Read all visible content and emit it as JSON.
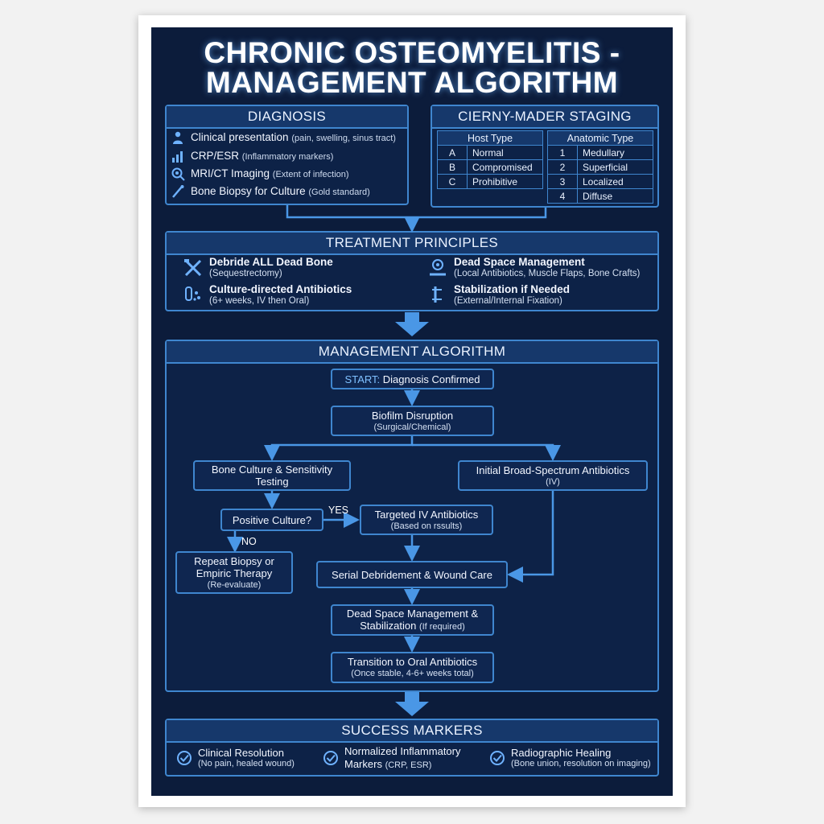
{
  "title": {
    "line1": "CHRONIC OSTEOMYELITIS -",
    "line2": "MANAGEMENT ALGORITHM"
  },
  "diagnosis": {
    "header": "DIAGNOSIS",
    "items": [
      {
        "icon": "person-icon",
        "main": "Clinical presentation",
        "note": "(pain, swelling, sinus tract)"
      },
      {
        "icon": "bar-chart-icon",
        "main": "CRP/ESR",
        "note": "(Inflammatory markers)"
      },
      {
        "icon": "scan-icon",
        "main": "MRI/CT Imaging",
        "note": "(Extent of infection)"
      },
      {
        "icon": "biopsy-needle-icon",
        "main": "Bone Biopsy for Culture",
        "note": "(Gold standard)"
      }
    ]
  },
  "staging": {
    "header": "CIERNY-MADER STAGING",
    "host": {
      "title": "Host Type",
      "rows": [
        [
          "A",
          "Normal"
        ],
        [
          "B",
          "Compromised"
        ],
        [
          "C",
          "Prohibitive"
        ]
      ]
    },
    "anatomic": {
      "title": "Anatomic Type",
      "rows": [
        [
          "1",
          "Medullary"
        ],
        [
          "2",
          "Superficial"
        ],
        [
          "3",
          "Localized"
        ],
        [
          "4",
          "Diffuse"
        ]
      ]
    }
  },
  "treatment": {
    "header": "TREATMENT PRINCIPLES",
    "items": [
      {
        "icon": "surgical-tools-icon",
        "title": "Debride ALL Dead Bone",
        "sub": "(Sequestrectomy)"
      },
      {
        "icon": "dead-space-icon",
        "title": "Dead Space Management",
        "sub": "(Local Antibiotics, Muscle Flaps, Bone Crafts)"
      },
      {
        "icon": "antibiotics-icon",
        "title": "Culture-directed Antibiotics",
        "sub": "(6+ weeks, IV then Oral)"
      },
      {
        "icon": "fixation-icon",
        "title": "Stabilization if Needed",
        "sub": "(External/Internal Fixation)"
      }
    ]
  },
  "algorithm": {
    "header": "MANAGEMENT ALGORITHM",
    "start": {
      "prefix": "START:",
      "text": "Diagnosis Confirmed"
    },
    "biofilm": {
      "l1": "Biofilm Disruption",
      "l2": "(Surgical/Chemical)"
    },
    "culture": {
      "l1": "Bone Culture & Sensitivity",
      "l2": "Testing"
    },
    "broad": {
      "l1": "Initial Broad-Spectrum Antibiotics",
      "l2": "(IV)"
    },
    "positive": {
      "l1": "Positive Culture?"
    },
    "yes": "YES",
    "no": "NO",
    "targeted": {
      "l1": "Targeted IV Antibiotics",
      "l2": "(Based on rssults)"
    },
    "repeat": {
      "l1": "Repeat Biopsy or",
      "l1b": "Empiric Therapy",
      "l2": "(Re-evaluate)"
    },
    "serial": {
      "l1": "Serial Debridement & Wound Care"
    },
    "deadspace": {
      "l1": "Dead Space Management &",
      "l1b": "Stabilization",
      "l2": "(If required)"
    },
    "oral": {
      "l1": "Transition to Oral Antibiotics",
      "l2": "(Once stable, 4-6+ weeks total)"
    }
  },
  "success": {
    "header": "SUCCESS MARKERS",
    "items": [
      {
        "icon": "check-circle-icon",
        "title": "Clinical Resolution",
        "sub": "(No pain, healed wound)"
      },
      {
        "icon": "check-circle-icon",
        "title": "Normalized Inflammatory",
        "title2": "Markers",
        "sub": "(CRP, ESR)"
      },
      {
        "icon": "check-circle-icon",
        "title": "Radiographic Healing",
        "sub": "(Bone union, resolution on imaging)"
      }
    ]
  },
  "colors": {
    "background": "#0c1c3b",
    "accent": "#3f86cf",
    "header": "#16386b"
  }
}
